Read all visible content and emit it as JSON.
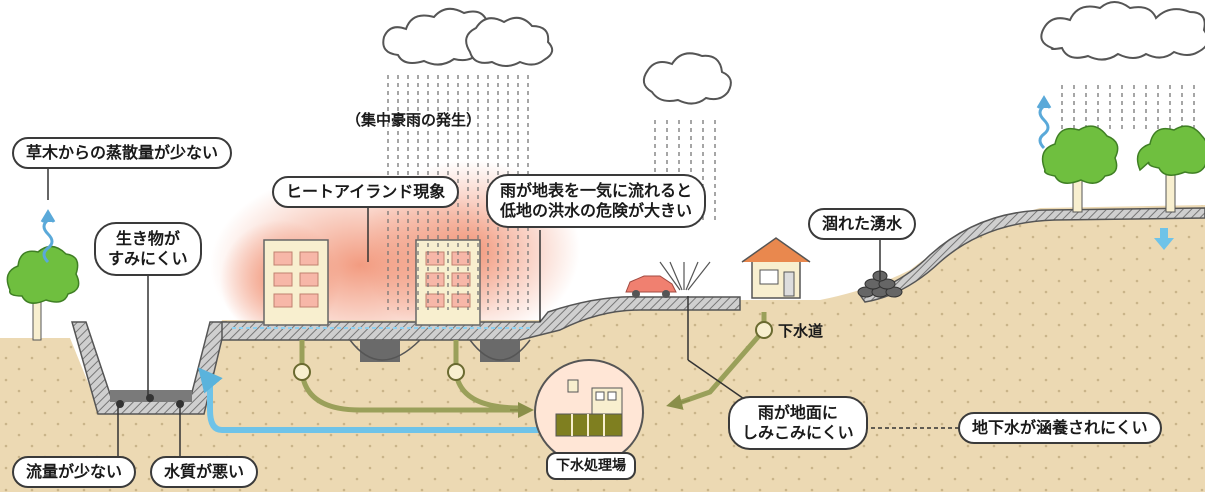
{
  "labels": {
    "vegetation": "草木からの蒸散量が少ない",
    "creatures": [
      "生き物が",
      "すみにくい"
    ],
    "heat_island": "ヒートアイランド現象",
    "heavy_rain": "（集中豪雨の発生）",
    "flood": [
      "雨が地表を一気に流れると",
      "低地の洪水の危険が大きい"
    ],
    "spring": "涸れた湧水",
    "sewer": "下水道",
    "treatment_plant": "下水処理場",
    "infiltration": [
      "雨が地面に",
      "しみこみにくい"
    ],
    "groundwater": "地下水が涵養されにくい",
    "flow_low": "流量が少ない",
    "water_quality": "水質が悪い"
  },
  "colors": {
    "soil": "#ecd9b3",
    "soil_dots": "#c9b48a",
    "pavement": "#b3b3b3",
    "heat_glow": "#f08a6a",
    "tree": "#6fbf3f",
    "building": "#f8efcf",
    "sewer_pipe": "#9aa05a",
    "return_pipe": "#6fc3e8",
    "water": "#7a7a7a",
    "car": "#f08070"
  },
  "icons": [
    "cloud-icon",
    "rain-icon",
    "tree-icon",
    "building-icon",
    "house-icon",
    "car-icon",
    "evaporation-arrow-icon",
    "down-arrow-icon",
    "stones-icon",
    "treatment-plant-icon"
  ]
}
